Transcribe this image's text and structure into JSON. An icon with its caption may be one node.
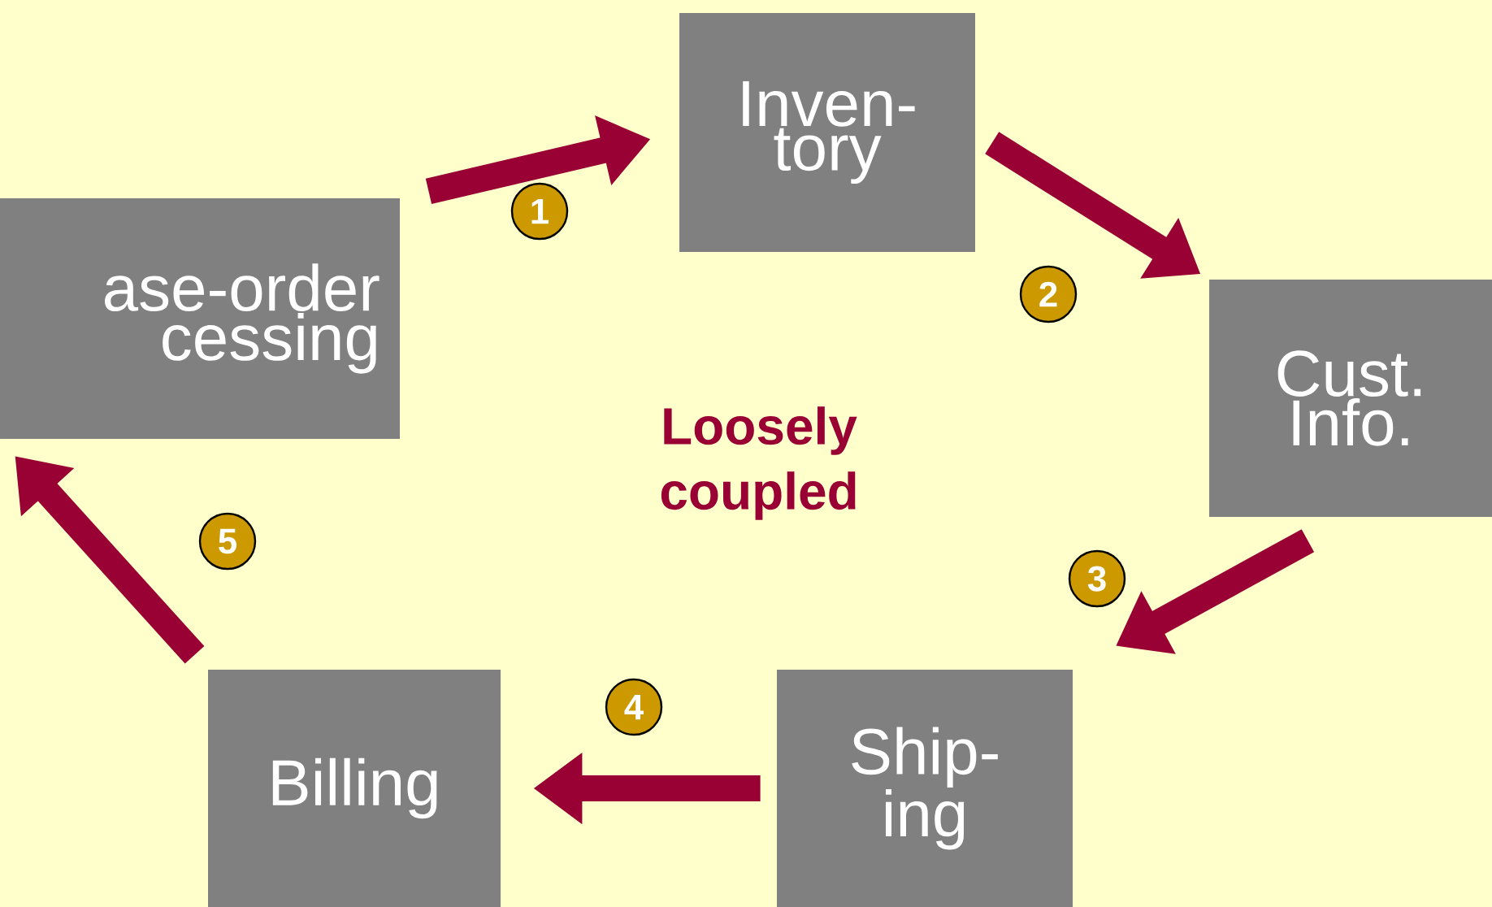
{
  "diagram": {
    "nodes": [
      {
        "text": [
          "Inven- tory"
        ]
      },
      {
        "text": [
          "Cust. Info."
        ]
      },
      {
        "text": [
          "Ship- ing"
        ]
      },
      {
        "text": [
          "Billing"
        ]
      },
      {
        "text": [
          "ase-order cessing"
        ]
      }
    ],
    "edges": [
      {
        "from": 4,
        "to": 0,
        "arrow": "to"
      },
      {
        "from": 0,
        "to": 1,
        "arrow": "to"
      },
      {
        "from": 1,
        "to": 2,
        "arrow": "to"
      },
      {
        "from": 2,
        "to": 3,
        "arrow": "to"
      },
      {
        "from": 3,
        "to": 4,
        "arrow": "to"
      }
    ],
    "labels": [
      "1",
      "2",
      "Loosely coupled",
      "5",
      "3",
      "4"
    ]
  }
}
